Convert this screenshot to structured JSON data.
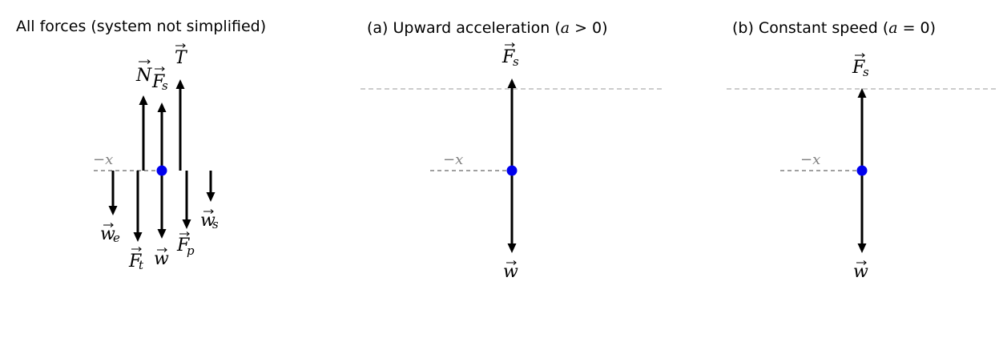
{
  "panels": [
    {
      "title": "All forces (system not simplified)",
      "axis_label": "−x",
      "forces": [
        {
          "symbol": "N",
          "sub": "",
          "direction": "up"
        },
        {
          "symbol": "F",
          "sub": "s",
          "direction": "up"
        },
        {
          "symbol": "T",
          "sub": "",
          "direction": "up"
        },
        {
          "symbol": "w",
          "sub": "e",
          "direction": "down"
        },
        {
          "symbol": "F",
          "sub": "t",
          "direction": "down"
        },
        {
          "symbol": "w",
          "sub": "",
          "direction": "down"
        },
        {
          "symbol": "F",
          "sub": "p",
          "direction": "down"
        },
        {
          "symbol": "w",
          "sub": "s",
          "direction": "down"
        }
      ]
    },
    {
      "title": "(a) Upward acceleration (a > 0)",
      "title_parts": [
        "(a) Upward acceleration (",
        "a",
        " > 0)"
      ],
      "axis_label": "−x",
      "forces": [
        {
          "symbol": "F",
          "sub": "s",
          "direction": "up"
        },
        {
          "symbol": "w",
          "sub": "",
          "direction": "down"
        }
      ]
    },
    {
      "title": "(b) Constant speed (a = 0)",
      "title_parts": [
        "(b) Constant speed (",
        "a",
        " = 0)"
      ],
      "axis_label": "−x",
      "forces": [
        {
          "symbol": "F",
          "sub": "s",
          "direction": "up"
        },
        {
          "symbol": "w",
          "sub": "",
          "direction": "down"
        }
      ]
    }
  ],
  "colors": {
    "point": "#0000ee",
    "axis": "#808080",
    "reference": "#bbbbbb",
    "vector": "#000000"
  }
}
